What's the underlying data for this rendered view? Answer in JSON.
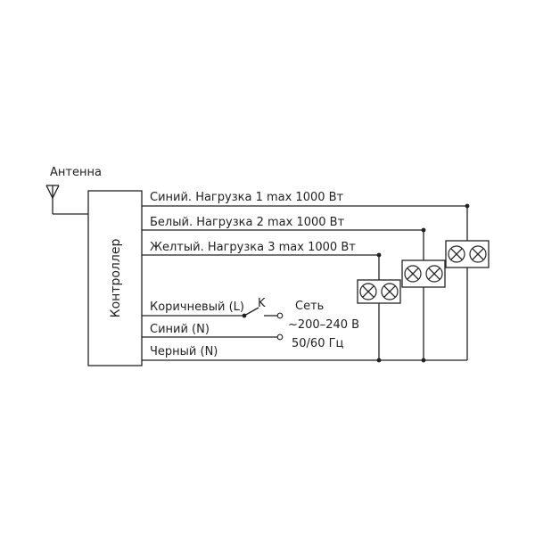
{
  "antenna": {
    "label": "Антенна"
  },
  "controller": {
    "label": "Контроллер"
  },
  "loads": [
    {
      "label": "Синий. Нагрузка 1 max 1000 Вт"
    },
    {
      "label": "Белый. Нагрузка 2 max 1000 Вт"
    },
    {
      "label": "Желтый. Нагрузка 3 max 1000 Вт"
    }
  ],
  "mains_wires": [
    {
      "label": "Коричневый (L)"
    },
    {
      "label": "Синий (N)"
    },
    {
      "label": "Черный  (N)"
    }
  ],
  "switch": {
    "label": "K"
  },
  "mains": {
    "line1": "Сеть",
    "line2": "~200–240 В",
    "line3": "50/60 Гц"
  }
}
